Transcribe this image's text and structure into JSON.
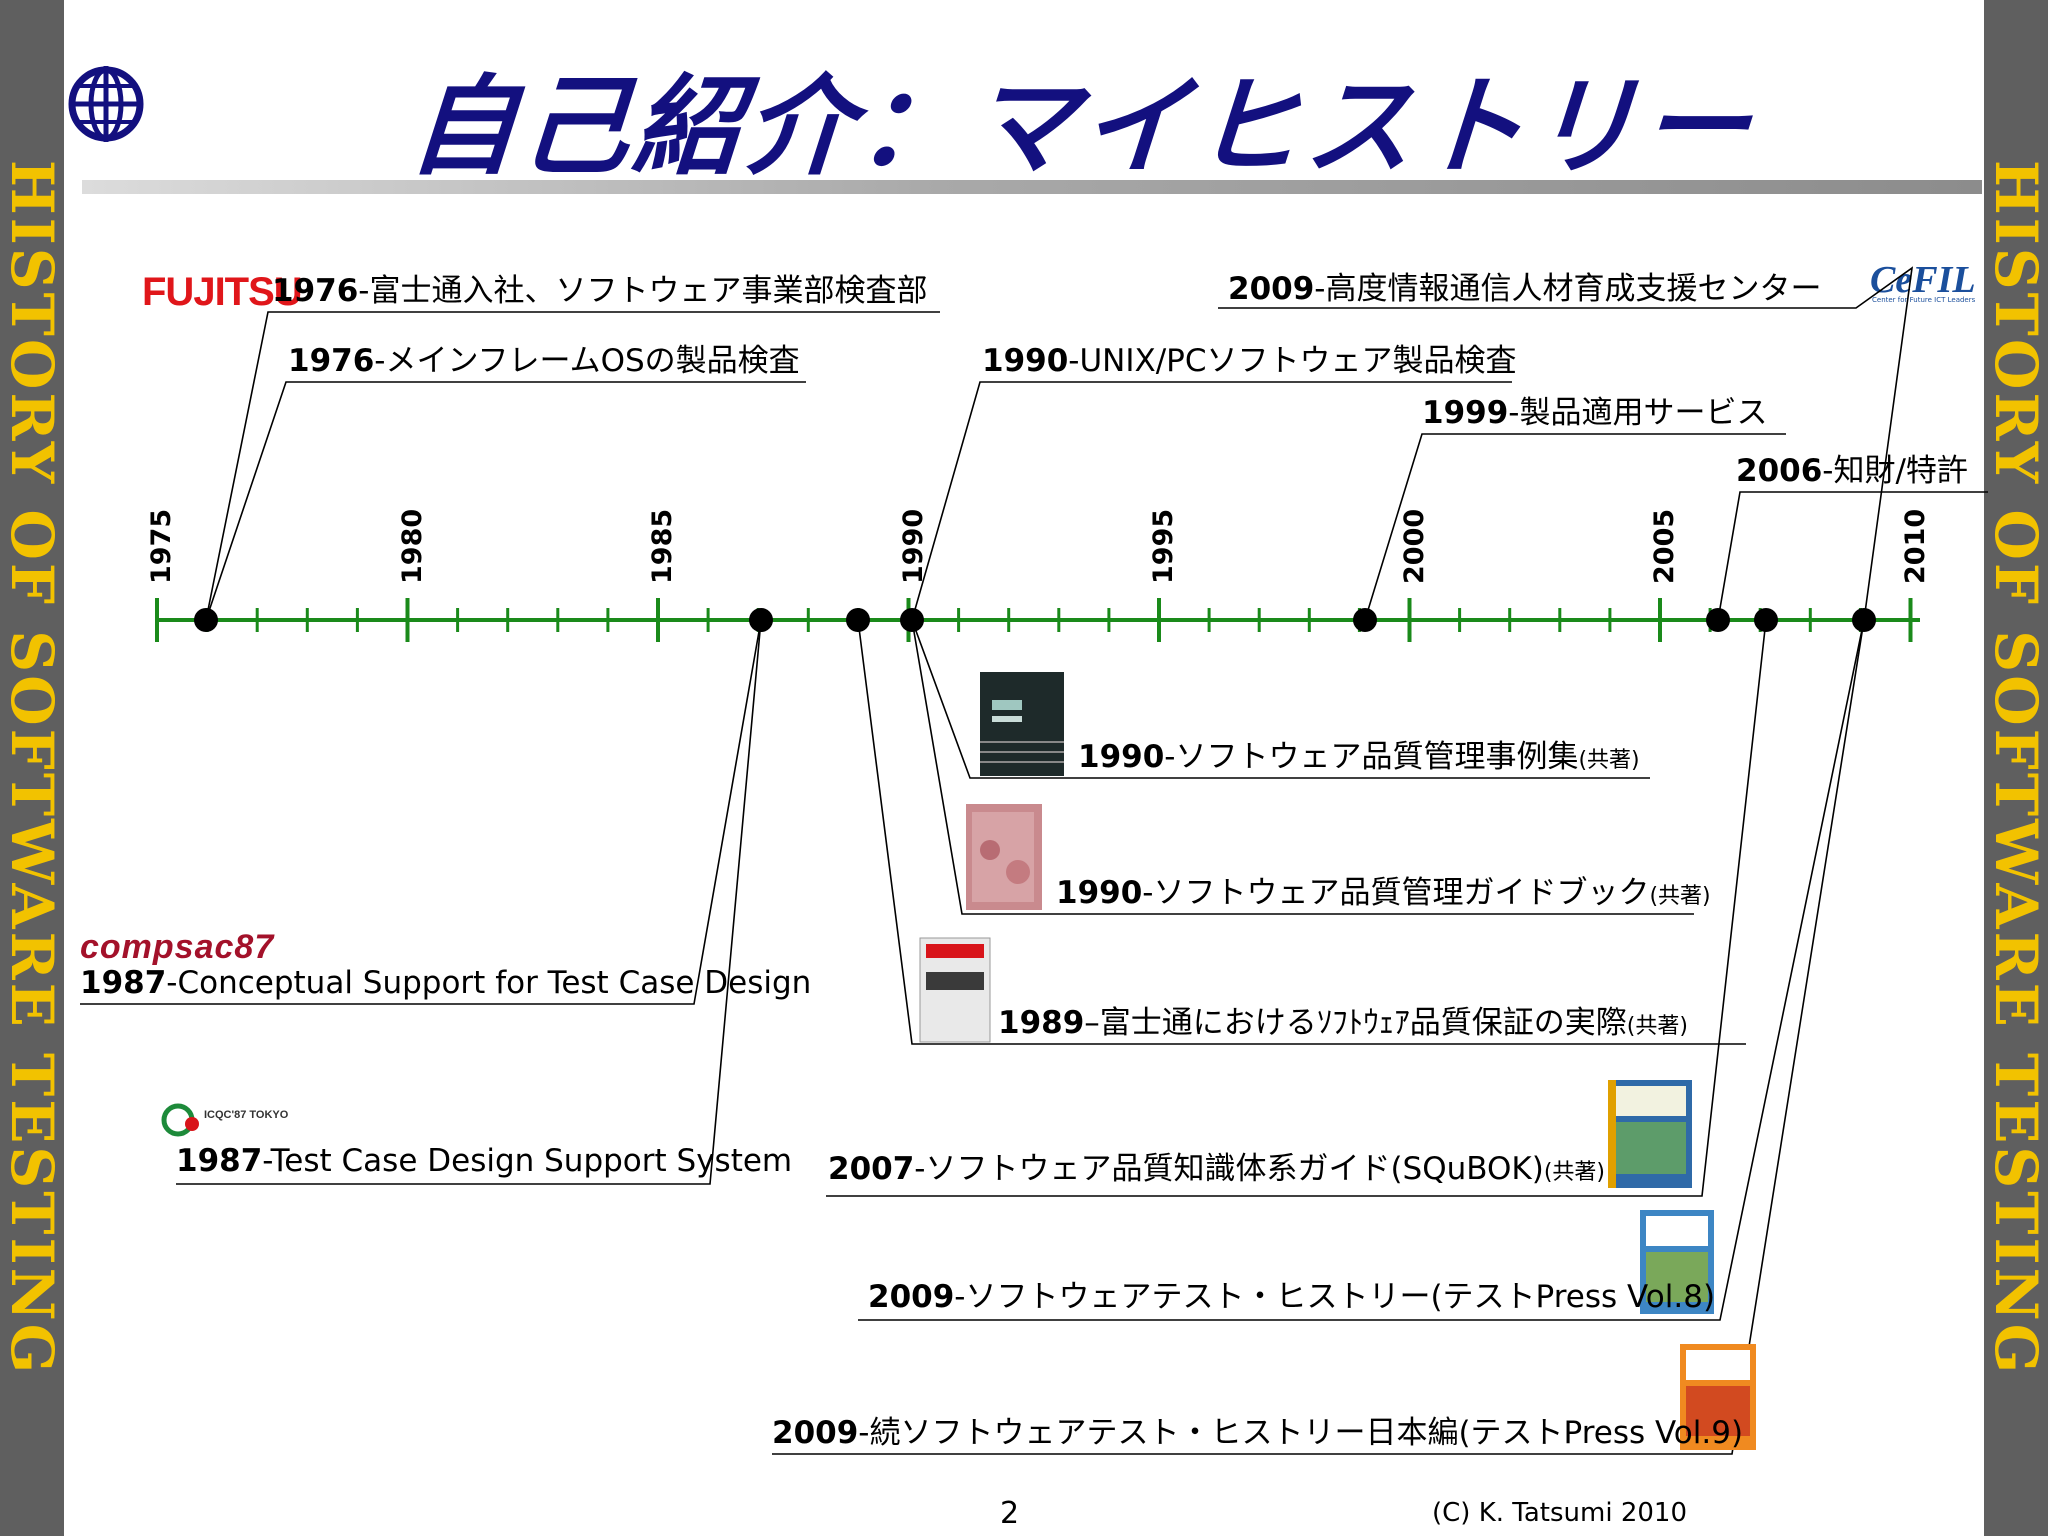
{
  "side_text": "HISTORY OF SOFTWARE TESTING",
  "title": "自己紹介：マイヒストリー",
  "logos": {
    "fujitsu": "FUJITSU",
    "cefil": "CeFIL",
    "cefil_sub": "Center for Future ICT Leaders",
    "compsac": "compsac87",
    "icqc": "ICQC'87 TOKYO"
  },
  "axis_years": [
    "1975",
    "1980",
    "1985",
    "1990",
    "1995",
    "2000",
    "2005",
    "2010"
  ],
  "events_above": [
    {
      "year": "1976",
      "sep": "-",
      "text": "富士通入社、ソフトウェア事業部検査部"
    },
    {
      "year": "1976",
      "sep": "-",
      "text": "メインフレームOSの製品検査"
    },
    {
      "year": "1990",
      "sep": "-",
      "text": "UNIX/PCソフトウェア製品検査"
    },
    {
      "year": "1999",
      "sep": "-",
      "text": "製品適用サービス"
    },
    {
      "year": "2006",
      "sep": "-",
      "text": "知財/特許"
    },
    {
      "year": "2009",
      "sep": "-",
      "text": "高度情報通信人材育成支援センター"
    }
  ],
  "events_below": [
    {
      "year": "1990",
      "sep": "-",
      "text": "ソフトウェア品質管理事例集",
      "note": "(共著)"
    },
    {
      "year": "1990",
      "sep": "-",
      "text": "ソフトウェア品質管理ガイドブック",
      "note": "(共著)"
    },
    {
      "year": "1987",
      "sep": "-",
      "text": "Conceptual Support for Test Case Design",
      "note": ""
    },
    {
      "year": "1989",
      "sep": "–",
      "text": "富士通におけるｿﾌﾄｳｪｱ品質保証の実際",
      "note": "(共著)"
    },
    {
      "year": "1987",
      "sep": "-",
      "text": "Test Case Design Support System",
      "note": ""
    },
    {
      "year": "2007",
      "sep": "-",
      "text": "ソフトウェア品質知識体系ガイド(SQuBOK)",
      "note": "(共著)"
    },
    {
      "year": "2009",
      "sep": "-",
      "text": "ソフトウェアテスト・ヒストリー(テストPress Vol.8)",
      "note": ""
    },
    {
      "year": "2009",
      "sep": "-",
      "text": "続ソフトウェアテスト・ヒストリー日本編(テストPress Vol.9)",
      "note": ""
    }
  ],
  "footer": {
    "page_number": "2",
    "copyright": "(C) K. Tatsumi 2010"
  },
  "colors": {
    "side_bar": "#5f5f5f",
    "side_text": "#f2c200",
    "title": "#13107f",
    "timeline": "#1a8a1a",
    "dot": "#000000"
  }
}
